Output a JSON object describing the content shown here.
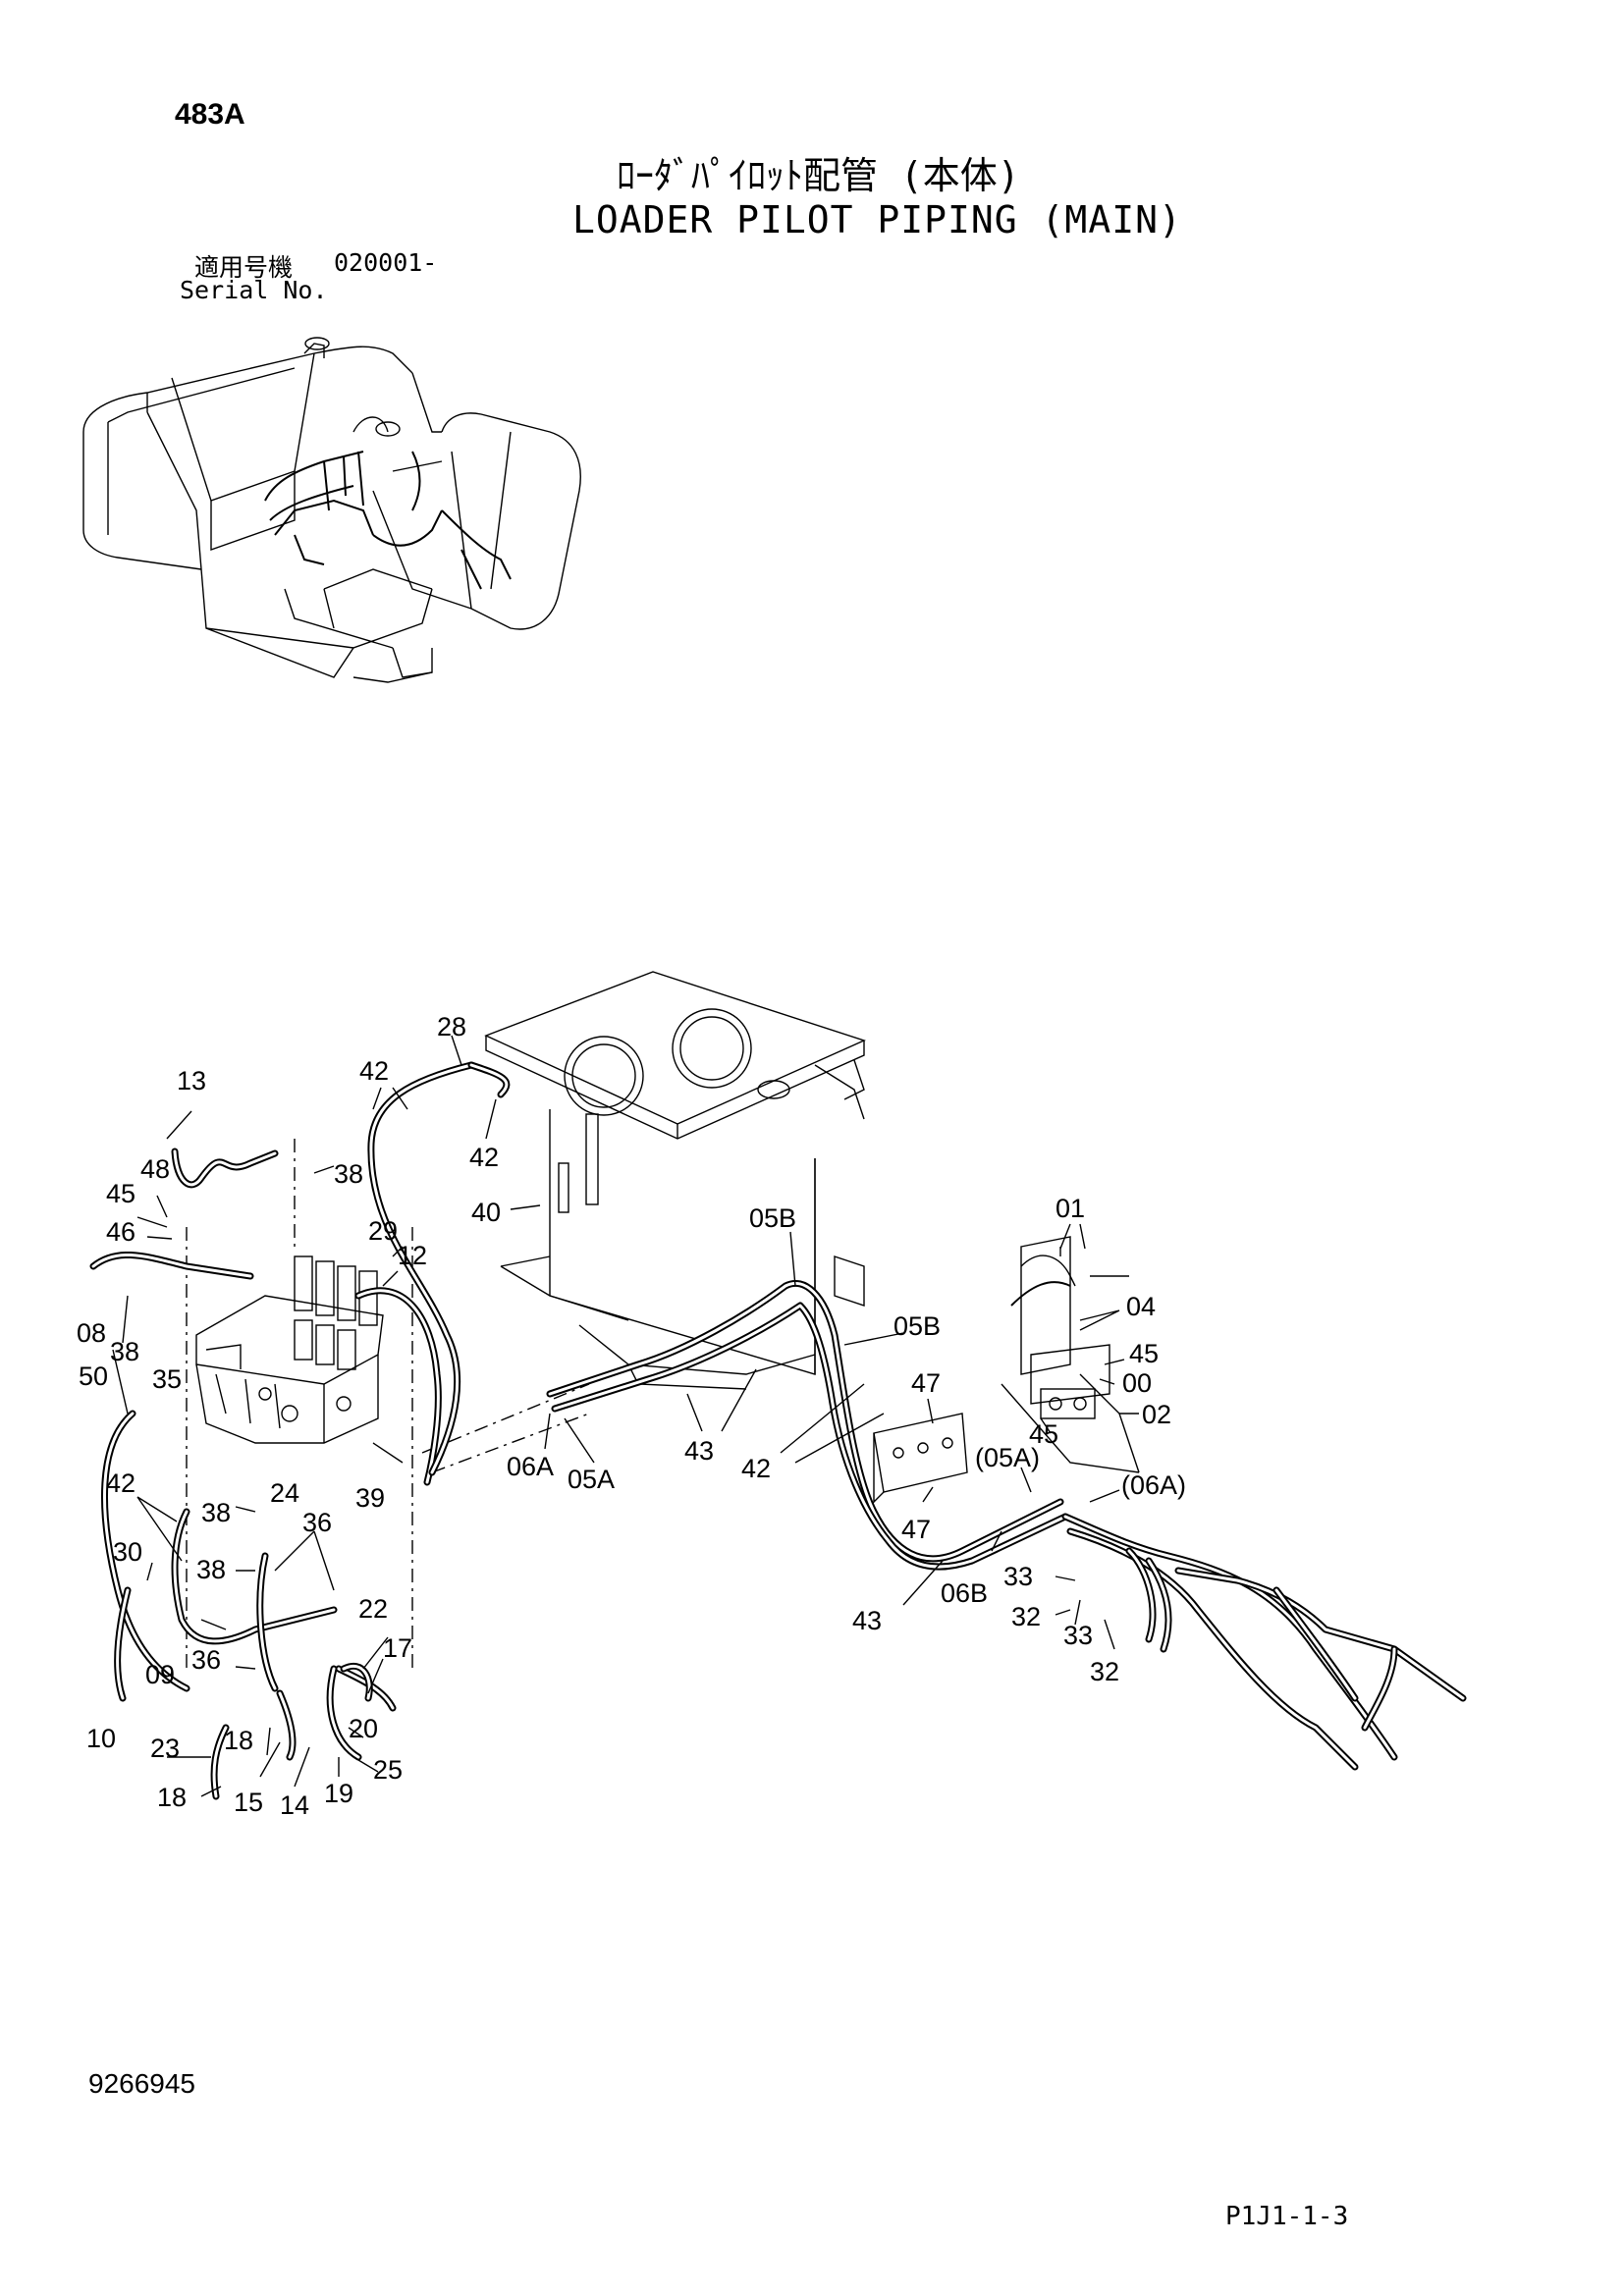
{
  "header": {
    "page_code": "483A",
    "title_jp": "ﾛｰﾀﾞﾊﾟｲﾛｯﾄ配管 (本体)",
    "title_en": "LOADER PILOT PIPING (MAIN)",
    "serial_label_jp": "適用号機",
    "serial_value": "020001-",
    "serial_label_en": "Serial No."
  },
  "footer": {
    "doc_number": "9266945",
    "page_ref": "P1J1-1-3"
  },
  "callouts": {
    "c13": "13",
    "c48": "48",
    "c45a": "45",
    "c46": "46",
    "c08": "08",
    "c38a": "38",
    "c50": "50",
    "c35": "35",
    "c38b": "38",
    "c38c": "38",
    "c42a": "42",
    "c30": "30",
    "c38d": "38",
    "c24": "24",
    "c36a": "36",
    "c39": "39",
    "c22": "22",
    "c09": "09",
    "c36b": "36",
    "c17": "17",
    "c10": "10",
    "c23": "23",
    "c18a": "18",
    "c20": "20",
    "c18b": "18",
    "c15": "15",
    "c14": "14",
    "c19": "19",
    "c25": "25",
    "c42b": "42",
    "c28": "28",
    "c42c": "42",
    "c40": "40",
    "c29": "29",
    "c12": "12",
    "c05b1": "05B",
    "c05b2": "05B",
    "c43a": "43",
    "c06a": "06A",
    "c05a": "05A",
    "c42d": "42",
    "c47a": "47",
    "c47b": "47",
    "c01": "01",
    "c04": "04",
    "c45b": "45",
    "c00": "00",
    "c45c": "45",
    "c02": "02",
    "c05ap": "(05A)",
    "c06ap": "(06A)",
    "c06b": "06B",
    "c43b": "43",
    "c33a": "33",
    "c32a": "32",
    "c33b": "33",
    "c32b": "32"
  }
}
